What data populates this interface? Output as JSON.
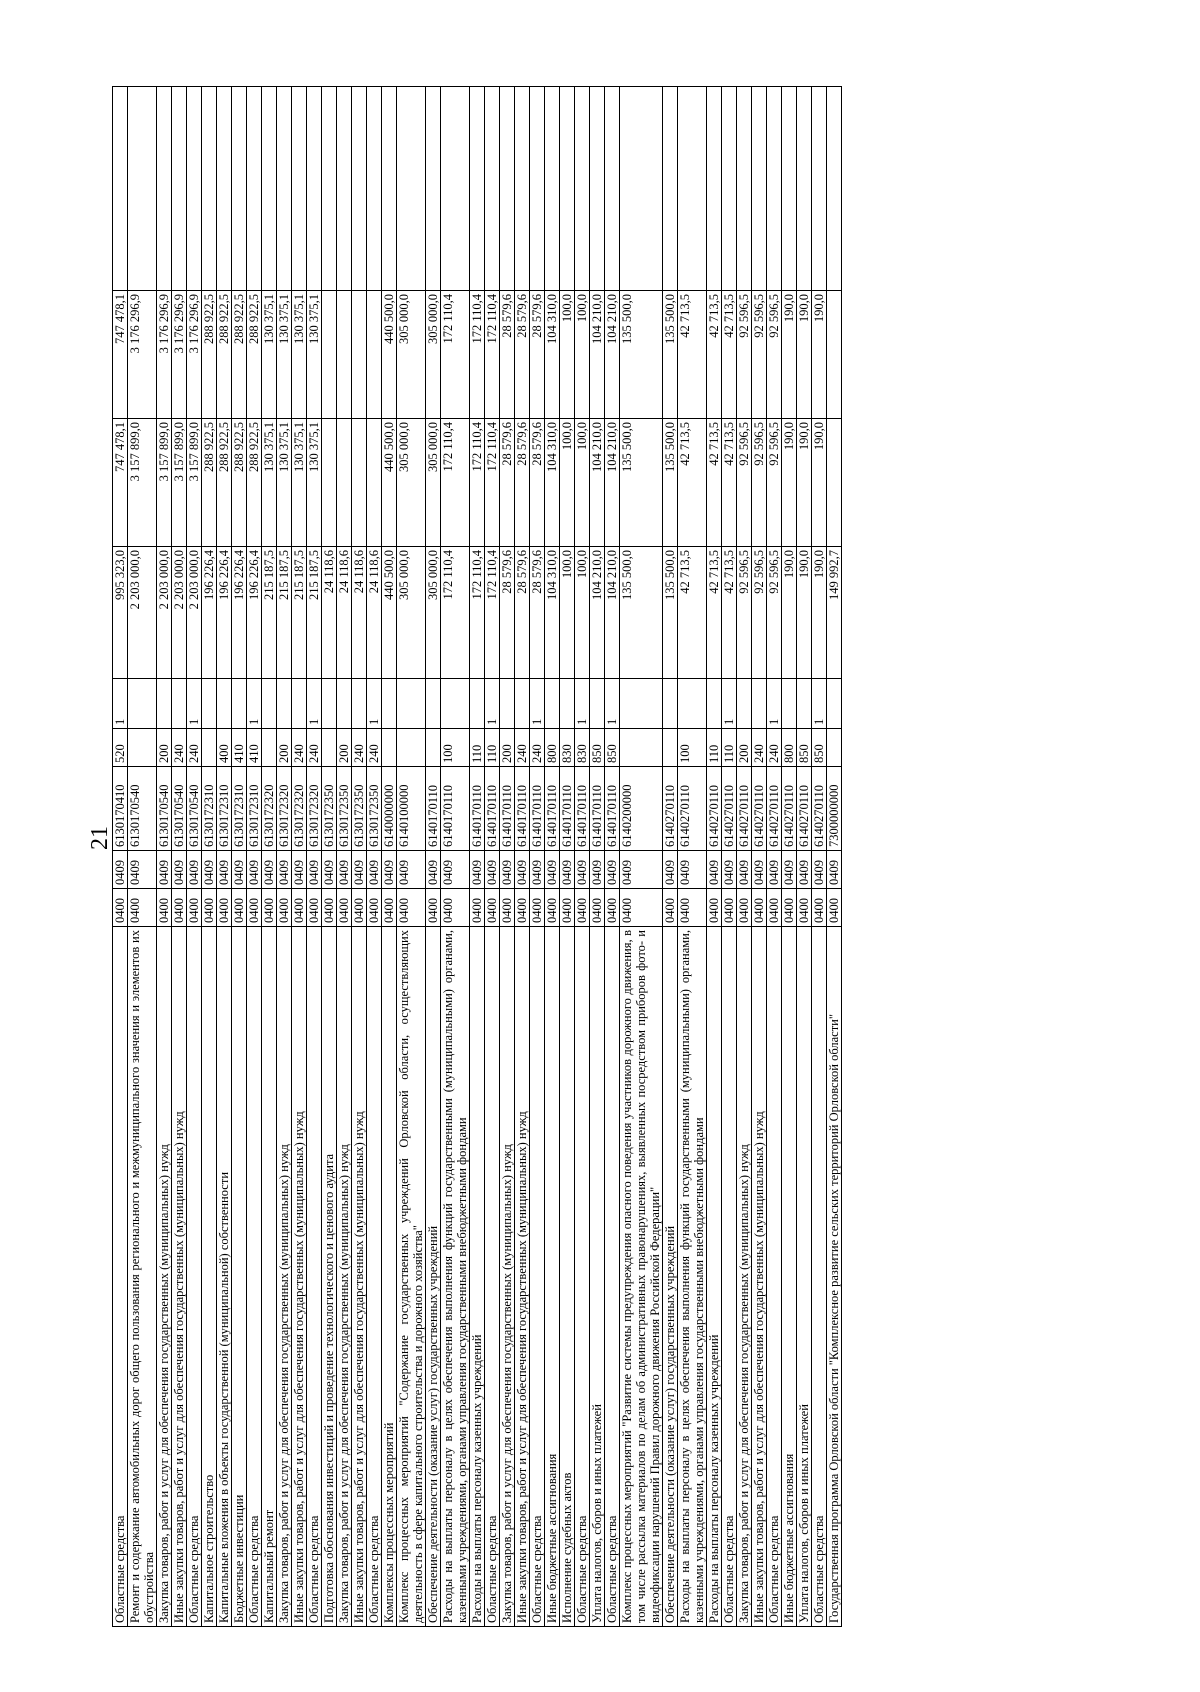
{
  "page": {
    "number": "21"
  },
  "rows": [
    {
      "name": "Областные средства",
      "r1": "0400",
      "r2": "0409",
      "cs": "6130170410",
      "vr": "520",
      "ind": "1",
      "v1": "995 323,0",
      "v2": "747 478,1",
      "v3": "747 478,1"
    },
    {
      "name": "Ремонт и содержание автомобильных дорог общего пользования регионального и межмуниципального значения и элементов их обустройства",
      "r1": "0400",
      "r2": "0409",
      "cs": "6130170540",
      "vr": "",
      "ind": "",
      "v1": "2 203 000,0",
      "v2": "3 157 899,0",
      "v3": "3 176 296,9"
    },
    {
      "name": "Закупка товаров, работ и услуг для обеспечения государственных (муниципальных) нужд",
      "r1": "0400",
      "r2": "0409",
      "cs": "6130170540",
      "vr": "200",
      "ind": "",
      "v1": "2 203 000,0",
      "v2": "3 157 899,0",
      "v3": "3 176 296,9"
    },
    {
      "name": "Иные закупки товаров, работ и услуг для обеспечения государственных (муниципальных) нужд",
      "r1": "0400",
      "r2": "0409",
      "cs": "6130170540",
      "vr": "240",
      "ind": "",
      "v1": "2 203 000,0",
      "v2": "3 157 899,0",
      "v3": "3 176 296,9"
    },
    {
      "name": "Областные средства",
      "r1": "0400",
      "r2": "0409",
      "cs": "6130170540",
      "vr": "240",
      "ind": "1",
      "v1": "2 203 000,0",
      "v2": "3 157 899,0",
      "v3": "3 176 296,9"
    },
    {
      "name": "Капитальное строительство",
      "r1": "0400",
      "r2": "0409",
      "cs": "6130172310",
      "vr": "",
      "ind": "",
      "v1": "196 226,4",
      "v2": "288 922,5",
      "v3": "288 922,5"
    },
    {
      "name": "Капитальные вложения в объекты государственной (муниципальной) собственности",
      "r1": "0400",
      "r2": "0409",
      "cs": "6130172310",
      "vr": "400",
      "ind": "",
      "v1": "196 226,4",
      "v2": "288 922,5",
      "v3": "288 922,5"
    },
    {
      "name": "Бюджетные инвестиции",
      "r1": "0400",
      "r2": "0409",
      "cs": "6130172310",
      "vr": "410",
      "ind": "",
      "v1": "196 226,4",
      "v2": "288 922,5",
      "v3": "288 922,5"
    },
    {
      "name": "Областные средства",
      "r1": "0400",
      "r2": "0409",
      "cs": "6130172310",
      "vr": "410",
      "ind": "1",
      "v1": "196 226,4",
      "v2": "288 922,5",
      "v3": "288 922,5"
    },
    {
      "name": "Капитальный ремонт",
      "r1": "0400",
      "r2": "0409",
      "cs": "6130172320",
      "vr": "",
      "ind": "",
      "v1": "215 187,5",
      "v2": "130 375,1",
      "v3": "130 375,1"
    },
    {
      "name": "Закупка товаров, работ и услуг для обеспечения государственных (муниципальных) нужд",
      "r1": "0400",
      "r2": "0409",
      "cs": "6130172320",
      "vr": "200",
      "ind": "",
      "v1": "215 187,5",
      "v2": "130 375,1",
      "v3": "130 375,1"
    },
    {
      "name": "Иные закупки товаров, работ и услуг для обеспечения государственных (муниципальных) нужд",
      "r1": "0400",
      "r2": "0409",
      "cs": "6130172320",
      "vr": "240",
      "ind": "",
      "v1": "215 187,5",
      "v2": "130 375,1",
      "v3": "130 375,1"
    },
    {
      "name": "Областные средства",
      "r1": "0400",
      "r2": "0409",
      "cs": "6130172320",
      "vr": "240",
      "ind": "1",
      "v1": "215 187,5",
      "v2": "130 375,1",
      "v3": "130 375,1"
    },
    {
      "name": "Подготовка обоснования инвестиций и проведение технологического и ценового аудита",
      "r1": "0400",
      "r2": "0409",
      "cs": "6130172350",
      "vr": "",
      "ind": "",
      "v1": "24 118,6",
      "v2": "",
      "v3": ""
    },
    {
      "name": "Закупка товаров, работ и услуг для обеспечения государственных (муниципальных) нужд",
      "r1": "0400",
      "r2": "0409",
      "cs": "6130172350",
      "vr": "200",
      "ind": "",
      "v1": "24 118,6",
      "v2": "",
      "v3": ""
    },
    {
      "name": "Иные закупки товаров, работ и услуг для обеспечения государственных (муниципальных) нужд",
      "r1": "0400",
      "r2": "0409",
      "cs": "6130172350",
      "vr": "240",
      "ind": "",
      "v1": "24 118,6",
      "v2": "",
      "v3": ""
    },
    {
      "name": "Областные средства",
      "r1": "0400",
      "r2": "0409",
      "cs": "6130172350",
      "vr": "240",
      "ind": "1",
      "v1": "24 118,6",
      "v2": "",
      "v3": ""
    },
    {
      "name": "Комплексы процессных мероприятий",
      "r1": "0400",
      "r2": "0409",
      "cs": "6140000000",
      "vr": "",
      "ind": "",
      "v1": "440 500,0",
      "v2": "440 500,0",
      "v3": "440 500,0"
    },
    {
      "name": "Комплекс процессных мероприятий \"Содержание государственных учреждений Орловской области, осуществляющих деятельность в сфере капитального строительства и дорожного хозяйства\"",
      "r1": "0400",
      "r2": "0409",
      "cs": "6140100000",
      "vr": "",
      "ind": "",
      "v1": "305 000,0",
      "v2": "305 000,0",
      "v3": "305 000,0"
    },
    {
      "name": "Обеспечение деятельности (оказание услуг) государственных учреждений",
      "r1": "0400",
      "r2": "0409",
      "cs": "6140170110",
      "vr": "",
      "ind": "",
      "v1": "305 000,0",
      "v2": "305 000,0",
      "v3": "305 000,0"
    },
    {
      "name": "Расходы на выплаты персоналу в целях обеспечения выполнения функций государственными (муниципальными) органами, казенными учреждениями, органами управления государственными внебюджетными фондами",
      "r1": "0400",
      "r2": "0409",
      "cs": "6140170110",
      "vr": "100",
      "ind": "",
      "v1": "172 110,4",
      "v2": "172 110,4",
      "v3": "172 110,4"
    },
    {
      "name": "Расходы на выплаты персоналу казенных учреждений",
      "r1": "0400",
      "r2": "0409",
      "cs": "6140170110",
      "vr": "110",
      "ind": "",
      "v1": "172 110,4",
      "v2": "172 110,4",
      "v3": "172 110,4"
    },
    {
      "name": "Областные средства",
      "r1": "0400",
      "r2": "0409",
      "cs": "6140170110",
      "vr": "110",
      "ind": "1",
      "v1": "172 110,4",
      "v2": "172 110,4",
      "v3": "172 110,4"
    },
    {
      "name": "Закупка товаров, работ и услуг для обеспечения государственных (муниципальных) нужд",
      "r1": "0400",
      "r2": "0409",
      "cs": "6140170110",
      "vr": "200",
      "ind": "",
      "v1": "28 579,6",
      "v2": "28 579,6",
      "v3": "28 579,6"
    },
    {
      "name": "Иные закупки товаров, работ и услуг для обеспечения государственных (муниципальных) нужд",
      "r1": "0400",
      "r2": "0409",
      "cs": "6140170110",
      "vr": "240",
      "ind": "",
      "v1": "28 579,6",
      "v2": "28 579,6",
      "v3": "28 579,6"
    },
    {
      "name": "Областные средства",
      "r1": "0400",
      "r2": "0409",
      "cs": "6140170110",
      "vr": "240",
      "ind": "1",
      "v1": "28 579,6",
      "v2": "28 579,6",
      "v3": "28 579,6"
    },
    {
      "name": "Иные бюджетные ассигнования",
      "r1": "0400",
      "r2": "0409",
      "cs": "6140170110",
      "vr": "800",
      "ind": "",
      "v1": "104 310,0",
      "v2": "104 310,0",
      "v3": "104 310,0"
    },
    {
      "name": "Исполнение судебных актов",
      "r1": "0400",
      "r2": "0409",
      "cs": "6140170110",
      "vr": "830",
      "ind": "",
      "v1": "100,0",
      "v2": "100,0",
      "v3": "100,0"
    },
    {
      "name": "Областные средства",
      "r1": "0400",
      "r2": "0409",
      "cs": "6140170110",
      "vr": "830",
      "ind": "1",
      "v1": "100,0",
      "v2": "100,0",
      "v3": "100,0"
    },
    {
      "name": "Уплата налогов, сборов и иных платежей",
      "r1": "0400",
      "r2": "0409",
      "cs": "6140170110",
      "vr": "850",
      "ind": "",
      "v1": "104 210,0",
      "v2": "104 210,0",
      "v3": "104 210,0"
    },
    {
      "name": "Областные средства",
      "r1": "0400",
      "r2": "0409",
      "cs": "6140170110",
      "vr": "850",
      "ind": "1",
      "v1": "104 210,0",
      "v2": "104 210,0",
      "v3": "104 210,0"
    },
    {
      "name": "Комплекс процессных мероприятий \"Развитие системы предупреждения опасного поведения участников дорожного движения, в том числе рассылка материалов по делам об административных правонарушениях, выявленных посредством приборов фото- и видеофиксации нарушений Правил дорожного движения Российской Федерации\"",
      "r1": "0400",
      "r2": "0409",
      "cs": "6140200000",
      "vr": "",
      "ind": "",
      "v1": "135 500,0",
      "v2": "135 500,0",
      "v3": "135 500,0"
    },
    {
      "name": "Обеспечение деятельности (оказание услуг) государственных учреждений",
      "r1": "0400",
      "r2": "0409",
      "cs": "6140270110",
      "vr": "",
      "ind": "",
      "v1": "135 500,0",
      "v2": "135 500,0",
      "v3": "135 500,0"
    },
    {
      "name": "Расходы на выплаты персоналу в целях обеспечения выполнения функций государственными (муниципальными) органами, казенными учреждениями, органами управления государственными внебюджетными фондами",
      "r1": "0400",
      "r2": "0409",
      "cs": "6140270110",
      "vr": "100",
      "ind": "",
      "v1": "42 713,5",
      "v2": "42 713,5",
      "v3": "42 713,5"
    },
    {
      "name": "Расходы на выплаты персоналу казенных учреждений",
      "r1": "0400",
      "r2": "0409",
      "cs": "6140270110",
      "vr": "110",
      "ind": "",
      "v1": "42 713,5",
      "v2": "42 713,5",
      "v3": "42 713,5"
    },
    {
      "name": "Областные средства",
      "r1": "0400",
      "r2": "0409",
      "cs": "6140270110",
      "vr": "110",
      "ind": "1",
      "v1": "42 713,5",
      "v2": "42 713,5",
      "v3": "42 713,5"
    },
    {
      "name": "Закупка товаров, работ и услуг для обеспечения государственных (муниципальных) нужд",
      "r1": "0400",
      "r2": "0409",
      "cs": "6140270110",
      "vr": "200",
      "ind": "",
      "v1": "92 596,5",
      "v2": "92 596,5",
      "v3": "92 596,5"
    },
    {
      "name": "Иные закупки товаров, работ и услуг для обеспечения государственных (муниципальных) нужд",
      "r1": "0400",
      "r2": "0409",
      "cs": "6140270110",
      "vr": "240",
      "ind": "",
      "v1": "92 596,5",
      "v2": "92 596,5",
      "v3": "92 596,5"
    },
    {
      "name": "Областные средства",
      "r1": "0400",
      "r2": "0409",
      "cs": "6140270110",
      "vr": "240",
      "ind": "1",
      "v1": "92 596,5",
      "v2": "92 596,5",
      "v3": "92 596,5"
    },
    {
      "name": "Иные бюджетные ассигнования",
      "r1": "0400",
      "r2": "0409",
      "cs": "6140270110",
      "vr": "800",
      "ind": "",
      "v1": "190,0",
      "v2": "190,0",
      "v3": "190,0"
    },
    {
      "name": "Уплата налогов, сборов и иных платежей",
      "r1": "0400",
      "r2": "0409",
      "cs": "6140270110",
      "vr": "850",
      "ind": "",
      "v1": "190,0",
      "v2": "190,0",
      "v3": "190,0"
    },
    {
      "name": "Областные средства",
      "r1": "0400",
      "r2": "0409",
      "cs": "6140270110",
      "vr": "850",
      "ind": "1",
      "v1": "190,0",
      "v2": "190,0",
      "v3": "190,0"
    },
    {
      "name": "Государственная программа Орловской области \"Комплексное развитие сельских территорий Орловской области\"",
      "r1": "0400",
      "r2": "0409",
      "cs": "7300000000",
      "vr": "",
      "ind": "",
      "v1": "149 992,7",
      "v2": "",
      "v3": ""
    }
  ]
}
